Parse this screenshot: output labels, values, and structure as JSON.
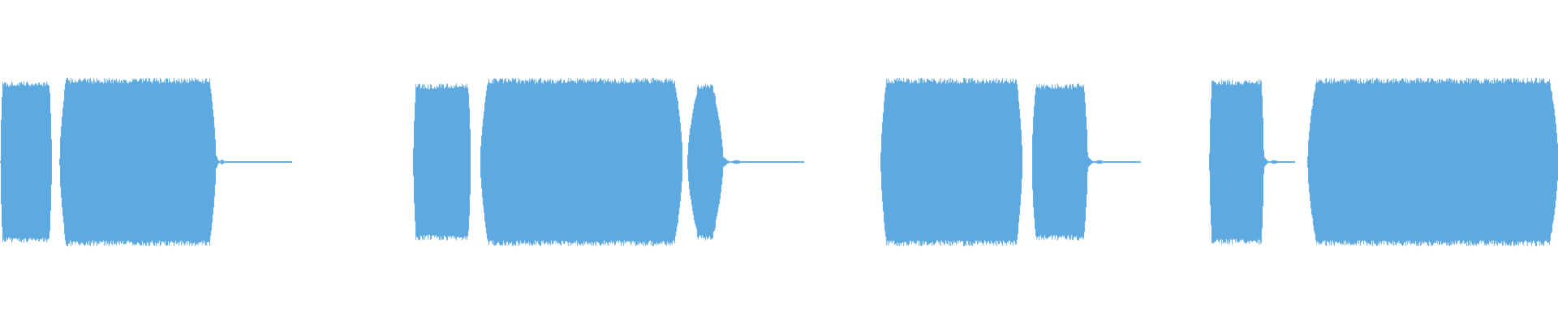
{
  "waveform": {
    "color": "#5eaae0",
    "segments": [
      {
        "start": 0.0,
        "end": 0.033,
        "peak": 0.96,
        "flatness": 0.95
      },
      {
        "start": 0.038,
        "end": 0.1385,
        "peak": 1.0,
        "flatness": 0.96
      },
      {
        "start": 0.1385,
        "end": 0.15,
        "peak": 0.08,
        "flatness": 0.0
      },
      {
        "start": 0.15,
        "end": 0.187,
        "peak": 0.01,
        "flatness": 0.0
      },
      {
        "start": 0.265,
        "end": 0.302,
        "peak": 0.93,
        "flatness": 0.95
      },
      {
        "start": 0.308,
        "end": 0.438,
        "peak": 1.0,
        "flatness": 0.96
      },
      {
        "start": 0.441,
        "end": 0.464,
        "peak": 0.93,
        "flatness": 0.45
      },
      {
        "start": 0.464,
        "end": 0.49,
        "peak": 0.06,
        "flatness": 0.0
      },
      {
        "start": 0.49,
        "end": 0.516,
        "peak": 0.01,
        "flatness": 0.0
      },
      {
        "start": 0.565,
        "end": 0.656,
        "peak": 1.0,
        "flatness": 0.96
      },
      {
        "start": 0.662,
        "end": 0.698,
        "peak": 0.93,
        "flatness": 0.9
      },
      {
        "start": 0.698,
        "end": 0.721,
        "peak": 0.06,
        "flatness": 0.0
      },
      {
        "start": 0.721,
        "end": 0.732,
        "peak": 0.01,
        "flatness": 0.0
      },
      {
        "start": 0.776,
        "end": 0.811,
        "peak": 0.98,
        "flatness": 0.95
      },
      {
        "start": 0.811,
        "end": 0.831,
        "peak": 0.06,
        "flatness": 0.0
      },
      {
        "start": 0.839,
        "end": 1.0,
        "peak": 1.0,
        "flatness": 0.97
      }
    ]
  }
}
